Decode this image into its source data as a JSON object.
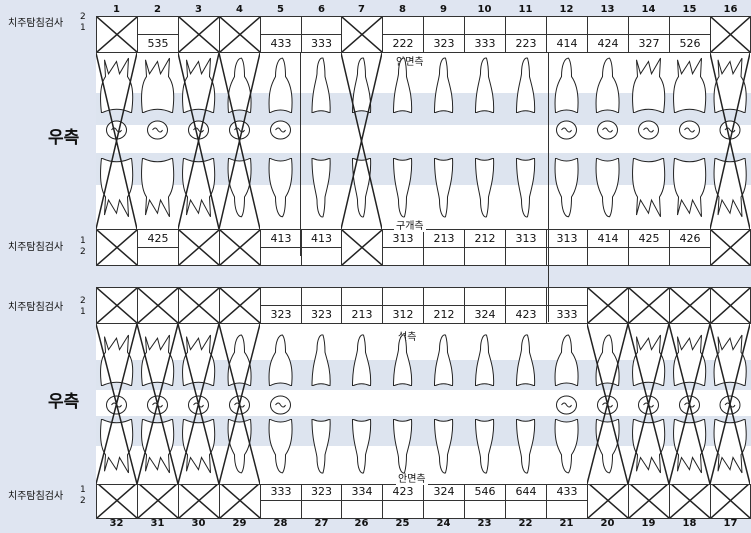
{
  "top_numbers": [
    "1",
    "2",
    "3",
    "4",
    "5",
    "6",
    "7",
    "8",
    "9",
    "10",
    "11",
    "12",
    "13",
    "14",
    "15",
    "16"
  ],
  "bottom_numbers": [
    "32",
    "31",
    "30",
    "29",
    "28",
    "27",
    "26",
    "25",
    "24",
    "23",
    "22",
    "21",
    "20",
    "19",
    "18",
    "17"
  ],
  "row_label": "치주탐침검사",
  "side_label": "우측",
  "upper": {
    "top_row2": [
      "",
      "",
      "",
      "",
      "",
      "",
      "",
      "",
      "",
      "",
      "",
      "",
      "",
      "",
      "",
      ""
    ],
    "top_row1": [
      "X",
      "535",
      "X",
      "X",
      "433",
      "333",
      "X",
      "222",
      "323",
      "333",
      "223",
      "414",
      "424",
      "327",
      "526",
      "X"
    ],
    "face_top": "안면측",
    "face_bottom": "구개측",
    "bottom_row1": [
      "X",
      "425",
      "X",
      "X",
      "413",
      "413",
      "X",
      "313",
      "213",
      "212",
      "313",
      "313",
      "414",
      "425",
      "426",
      "X"
    ],
    "bottom_row2": [
      "",
      "",
      "",
      "",
      "",
      "",
      "",
      "",
      "",
      "",
      "",
      "",
      "",
      "",
      "",
      ""
    ],
    "missing": [
      1,
      3,
      4,
      7,
      16
    ]
  },
  "lower": {
    "top_row2": [
      "X",
      "X",
      "X",
      "X",
      "",
      "",
      "",
      "",
      "",
      "",
      "",
      "",
      "X",
      "X",
      "X",
      "X"
    ],
    "top_row1": [
      "",
      "",
      "",
      "",
      "323",
      "323",
      "213",
      "312",
      "212",
      "324",
      "423",
      "333",
      "",
      "",
      "",
      ""
    ],
    "face_top": "설측",
    "face_bottom": "안면측",
    "bottom_row1": [
      "X",
      "X",
      "X",
      "X",
      "333",
      "323",
      "334",
      "423",
      "324",
      "546",
      "644",
      "433",
      "X",
      "X",
      "X",
      "X"
    ],
    "bottom_row2": [
      "",
      "",
      "",
      "",
      "",
      "",
      "",
      "",
      "",
      "",
      "",
      "",
      "",
      "",
      "",
      ""
    ],
    "missing": [
      32,
      31,
      30,
      29,
      20,
      19,
      18,
      17
    ]
  },
  "label_nums": {
    "top_a": "2",
    "top_b": "1",
    "bot_a": "1",
    "bot_b": "2"
  }
}
